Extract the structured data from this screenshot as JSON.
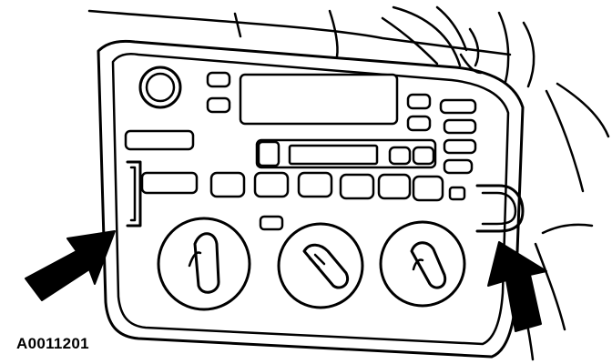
{
  "figure": {
    "caption": "A0011201",
    "subject": "radio-heater-control-panel-removal",
    "callouts": [
      "removal-tool-left",
      "removal-tool-right"
    ],
    "colors": {
      "line": "#000000",
      "background": "#ffffff"
    }
  }
}
